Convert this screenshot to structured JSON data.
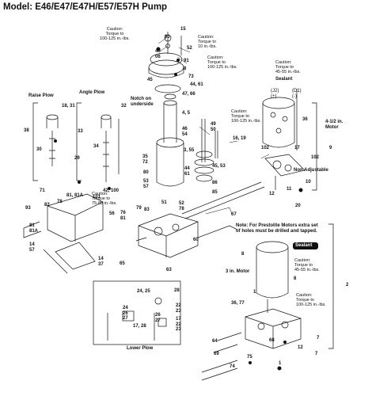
{
  "title": "Model: E46/E47/E47H/E57/E57H Pump",
  "captions": {
    "caution_top_left": "Caution:\nTorque to\n100-125 in.-lbs.",
    "caution_top_right": "Caution:\nTorque to\n10 in.-lbs.",
    "caution_top_right2": "Caution:\nTorque to\n100-125 in.-lbs.",
    "caution_mid": "Caution:\nTorque to\n100-125 in.-lbs.",
    "caution_motor_top": "Caution:\nTorque to\n45-55 in.-lbs.",
    "caution_valve": "Caution:\nTorque to\n75-85 in.-lbs.",
    "caution_motor_bottom": "Caution:\nTorque to\n45-55 in.-lbs.",
    "caution_bottom": "Caution:\nTorque to\n100-125 in.-lbs.",
    "sealant": "Sealant",
    "raise_plow": "Raise Plow",
    "angle_plow": "Angle Plow",
    "lower_plow": "Lower Plow",
    "notch": "Notch on\nunderside",
    "motor_412": "4-1/2 in.\nMotor",
    "motor_3": "3 in. Motor",
    "non_adjustable": "Non Adjustable",
    "j2_plus": "(J2)\n(+)",
    "d1_minus": "(D1)\n(-)",
    "note": "Note: For Prestolite Motors extra set\nof holes must be drilled and tapped.",
    "sealant_badge": "Sealant"
  },
  "parts": {
    "p90": "90",
    "p15": "15",
    "p40": "40",
    "p06": "06",
    "p52": "52",
    "p91": "91",
    "p8a": "8",
    "p73": "73",
    "p45": "45",
    "p4461": "44, 61",
    "p1831": "18, 31",
    "p32": "32",
    "p4766": "47, 66",
    "p45b": "4, 5",
    "p4650": "46\n54",
    "p4950": "49\n50",
    "p355": "3, 55",
    "p1619": "16, 19",
    "p38": "38",
    "p30": "30",
    "p29": "29",
    "p33": "33",
    "p34": "34",
    "p3572": "35\n72",
    "p80": "80",
    "p4461b": "44\n61",
    "p4553": "45, 53",
    "p86": "86",
    "p85": "85",
    "p36": "36",
    "p102": "102",
    "p17": "17",
    "p102b": "102",
    "p9": "9",
    "p12": "12",
    "p11": "11",
    "p10": "10",
    "p20": "20",
    "p71": "71",
    "p81": "81, 81A",
    "p101": "101",
    "p42100": "42, 100",
    "p5357": "53\n57",
    "p51": "51",
    "p5278": "52\n78",
    "p83": "83",
    "p79": "79",
    "p7681": "76\n81",
    "p93": "93",
    "p82": "82",
    "p78": "78",
    "p8181a": "81\n81A",
    "p56": "56",
    "p67": "67",
    "p1457": "14\n57",
    "p1437": "14\n37",
    "p65": "65",
    "p60": "60",
    "p63": "63",
    "p2425": "24, 25",
    "p28": "28",
    "p242627": "24\n26\n27",
    "p2627": "26\n27",
    "p2223": "22\n23",
    "p1728": "17, 28",
    "p172223": "17\n22\n23",
    "p8": "8",
    "p3677": "36, 77",
    "p1": "1",
    "p2": "2",
    "p7": "7",
    "p64": "64",
    "p69": "69",
    "p68": "68",
    "p74": "74",
    "p75": "75",
    "p7b": "7",
    "p8b": "8",
    "p1b": "1",
    "p12b": "12"
  },
  "icons": [
    "pump-reservoir",
    "motor-45",
    "motor-3",
    "valve-block",
    "solenoid-coil",
    "cartridge-valve",
    "hose-fitting"
  ]
}
